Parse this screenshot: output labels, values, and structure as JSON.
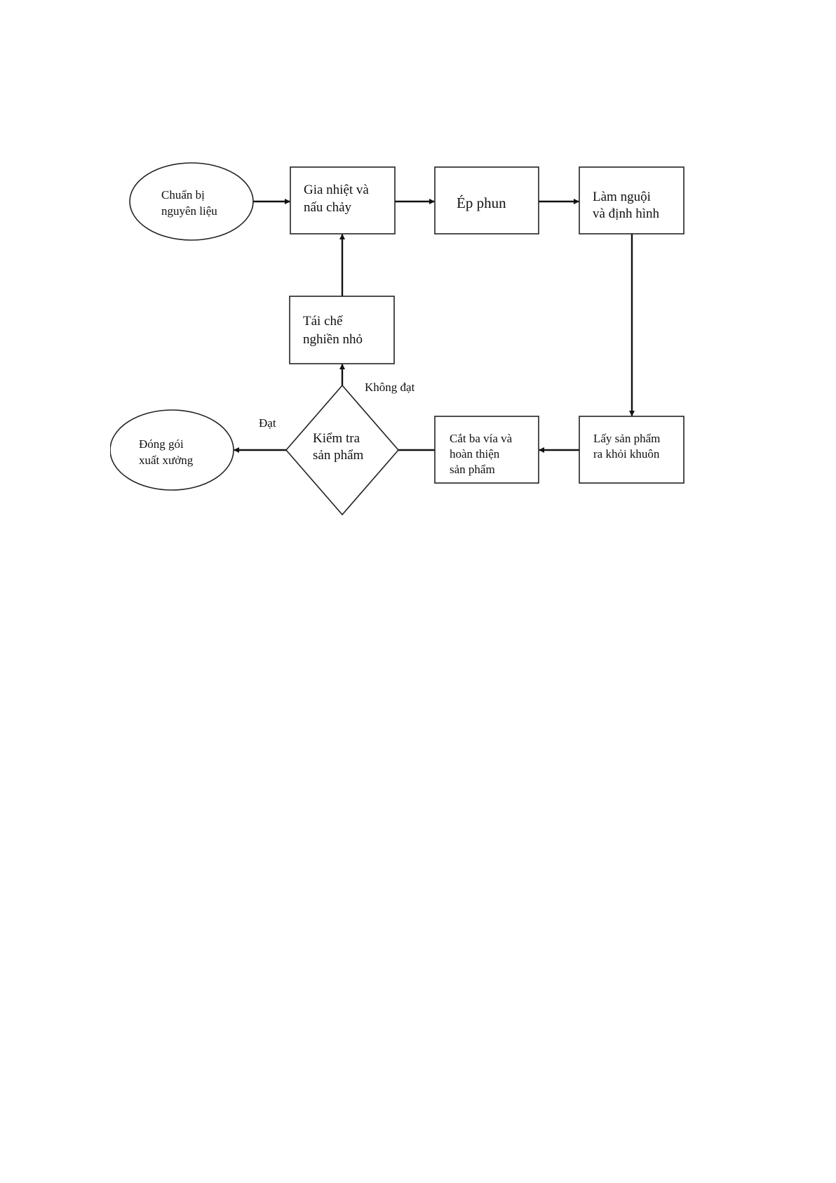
{
  "nodes": {
    "prepare": {
      "lines": [
        "Chuẩn bị",
        "nguyên liệu"
      ]
    },
    "heat": {
      "lines": [
        "Gia nhiệt và",
        "nấu chảy"
      ]
    },
    "inject": {
      "lines": [
        "Ép phun"
      ]
    },
    "cool": {
      "lines": [
        "Làm nguội",
        "và định hình"
      ]
    },
    "recycle": {
      "lines": [
        "Tái chế",
        "nghiền nhỏ"
      ]
    },
    "inspect": {
      "lines": [
        "Kiểm tra",
        "sản phẩm"
      ]
    },
    "trim": {
      "lines": [
        "Cắt ba vía và",
        "hoàn thiện",
        "sản phẩm"
      ]
    },
    "remove": {
      "lines": [
        "Lấy sản phẩm",
        "ra khỏi khuôn"
      ]
    },
    "package": {
      "lines": [
        "Đóng gói",
        "xuất xưởng"
      ]
    }
  },
  "edge_labels": {
    "fail": "Không đạt",
    "pass": "Đạt"
  }
}
